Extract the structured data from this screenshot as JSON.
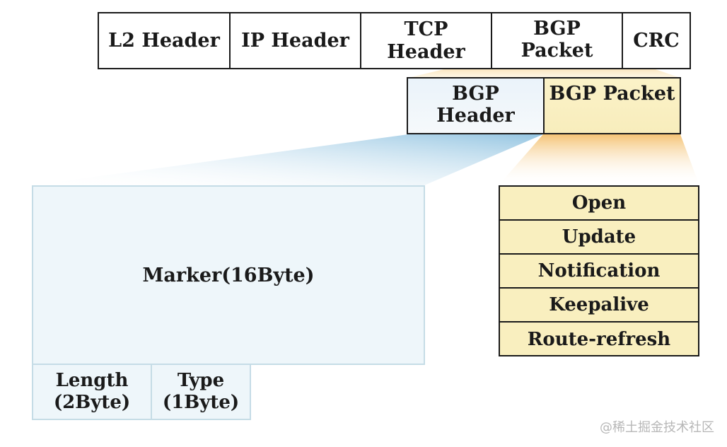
{
  "frame": {
    "cells": [
      "L2 Header",
      "IP Header",
      "TCP\nHeader",
      "BGP\nPacket",
      "CRC"
    ]
  },
  "bgp_packet": {
    "header_label": "BGP\nHeader",
    "packet_label": "BGP Packet"
  },
  "bgp_header": {
    "marker": "Marker(16Byte)",
    "length": "Length\n(2Byte)",
    "type": "Type\n(1Byte)"
  },
  "message_types": [
    "Open",
    "Update",
    "Notification",
    "Keepalive",
    "Route-refresh"
  ],
  "watermark": "@稀土掘金技术社区",
  "colors": {
    "header_blue": "#eef6fa",
    "packet_yellow": "#f9efbf",
    "connector_yellow": "#f6c97a",
    "connector_blue": "#a9cfe4"
  }
}
